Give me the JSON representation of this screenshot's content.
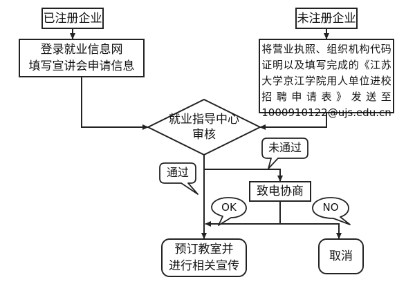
{
  "registered": {
    "title": "已注册企业",
    "action_lines": [
      "登录就业信息网",
      "填写宣讲会申请信息"
    ]
  },
  "unregistered": {
    "title": "未注册企业",
    "instruction_lines": [
      "将营业执照、组织机构代码",
      "证明以及填写完成的《江苏",
      "大学京江学院用人单位进校",
      "招聘申请表》发送至",
      "1000910122@ujs.edu.cn"
    ]
  },
  "review": {
    "lines": [
      "就业指导中心",
      "审核"
    ]
  },
  "callout_pass": "通过",
  "callout_fail": "未通过",
  "contact": "致电协商",
  "callout_ok": "OK",
  "callout_no": "NO",
  "book": {
    "lines": [
      "预订教室并",
      "进行相关宣传"
    ]
  },
  "cancel": "取消"
}
